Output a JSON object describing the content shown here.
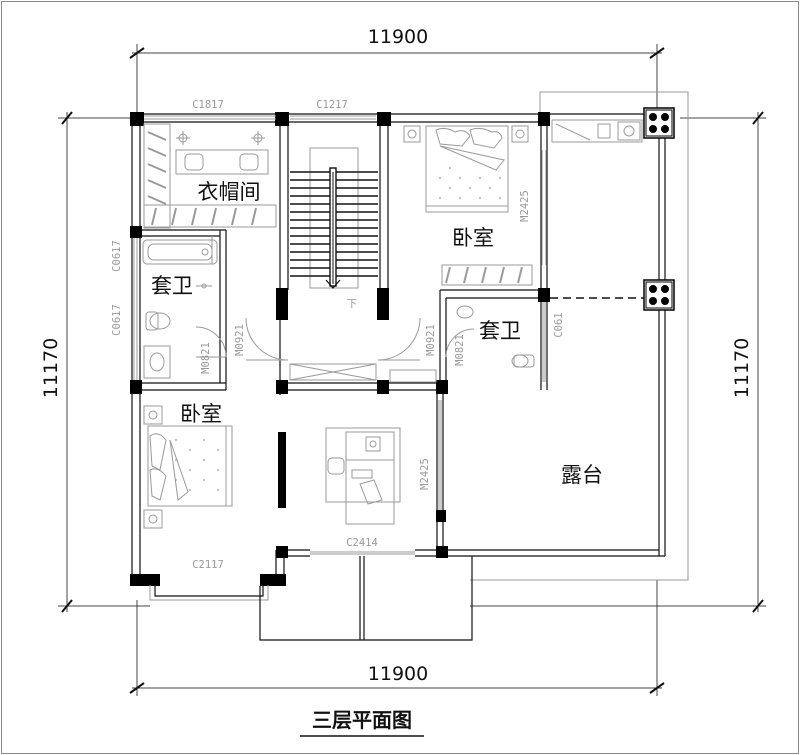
{
  "drawing": {
    "title": "三层平面图",
    "dimensions": {
      "top": "11900",
      "bottom": "11900",
      "left": "11170",
      "right": "11170"
    },
    "rooms": {
      "cloakroom": "衣帽间",
      "bedroom_ne": "卧室",
      "bath_w": "套卫",
      "bath_e": "套卫",
      "bedroom_sw": "卧室",
      "terrace": "露台"
    },
    "tags": {
      "c1817": "C1817",
      "c1217": "C1217",
      "m2425_top": "M2425",
      "c0617_a": "C0617",
      "c0617_b": "C0617",
      "m0821_w": "M0821",
      "m0921_w": "M0921",
      "m0921_e": "M0921",
      "m0821_e": "M0821",
      "c061_e": "C061",
      "m2425_mid": "M2425",
      "c2117": "C2117",
      "c2414": "C2414"
    },
    "stair_label": "下"
  }
}
